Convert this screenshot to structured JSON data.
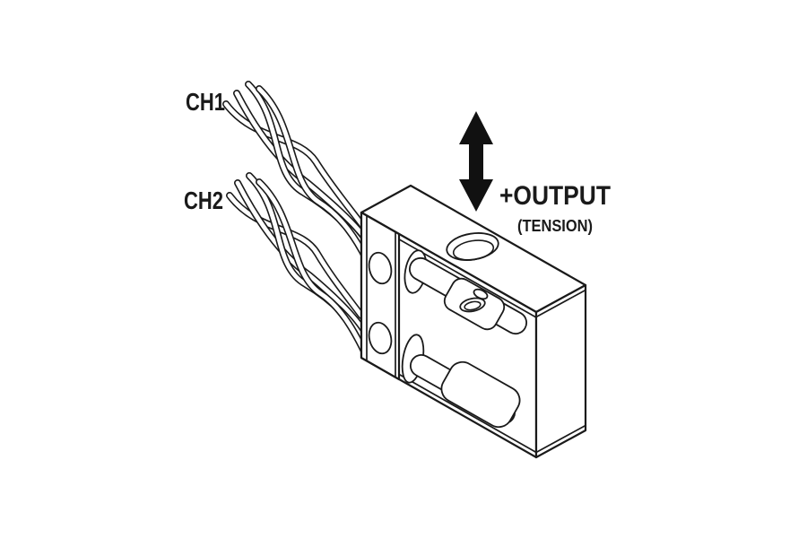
{
  "diagram": {
    "background_color": "#ffffff",
    "line_color": "#1a1a1a",
    "arrow_color": "#111111",
    "labels": {
      "ch1": "CH1",
      "ch2": "CH2",
      "output": "+OUTPUT",
      "tension": "(TENSION)"
    },
    "icons": {
      "tension_arrow": "double-headed-vertical-arrow"
    }
  }
}
